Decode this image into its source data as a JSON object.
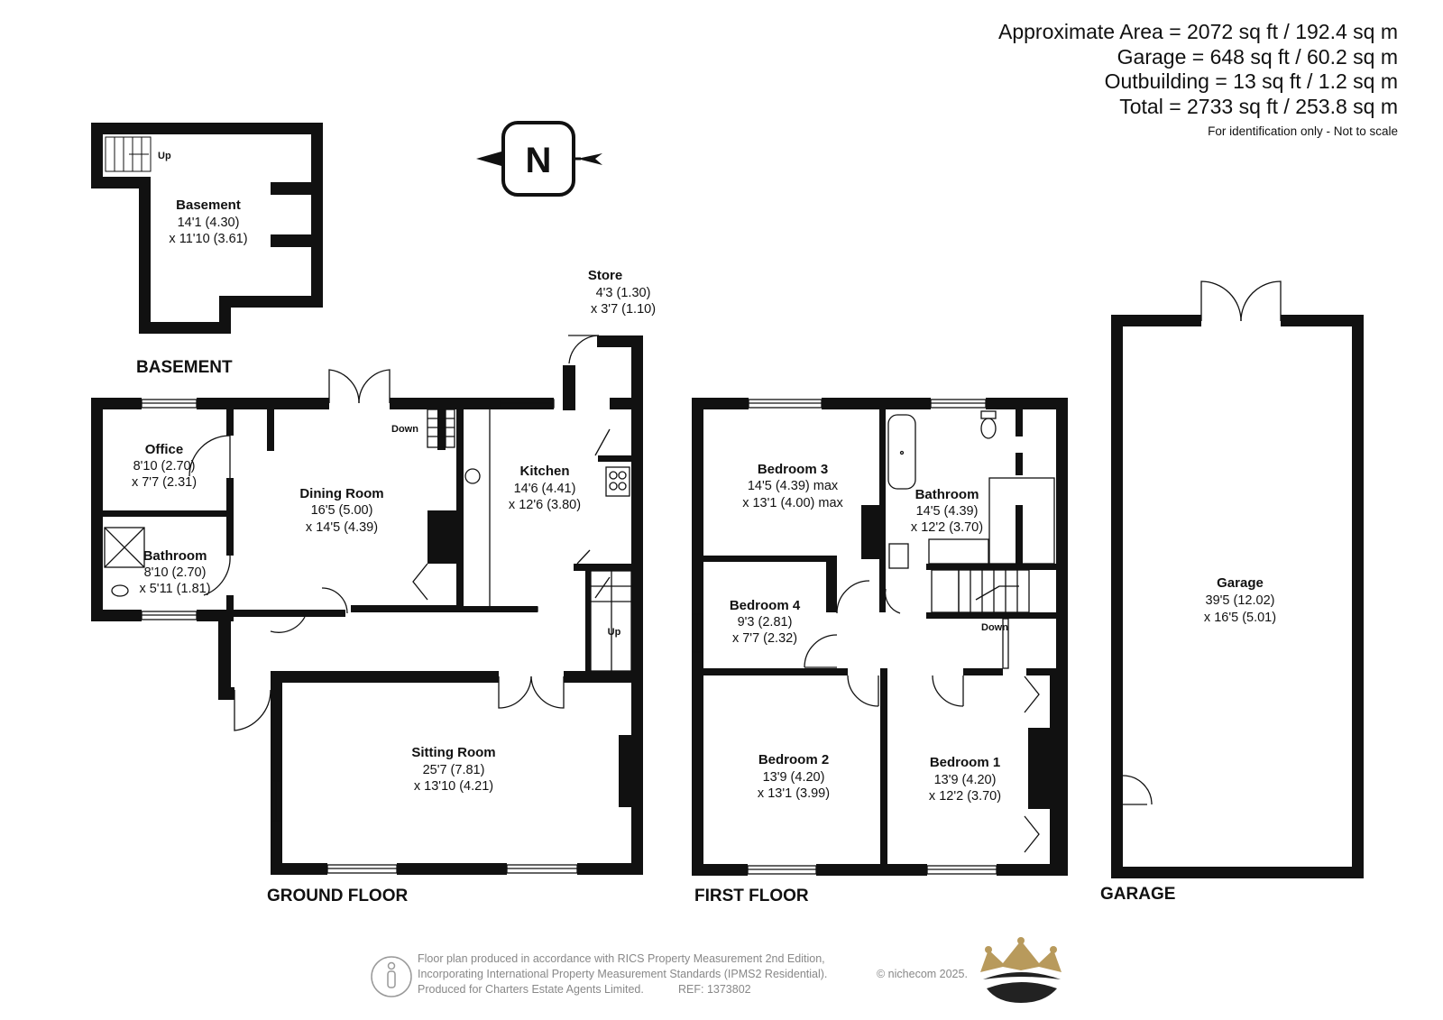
{
  "areas": {
    "lines": [
      "Approximate Area = 2072 sq ft / 192.4 sq m",
      "Garage = 648 sq ft / 60.2 sq m",
      "Outbuilding = 13 sq ft / 1.2 sq m",
      "Total = 2733 sq ft / 253.8 sq m"
    ],
    "note": "For identification only - Not to scale"
  },
  "compass": {
    "letter": "N"
  },
  "floors": {
    "basement": "BASEMENT",
    "ground": "GROUND FLOOR",
    "first": "FIRST FLOOR",
    "garage": "GARAGE"
  },
  "rooms": {
    "basement": {
      "name": "Basement",
      "dim1": "14'1 (4.30)",
      "dim2": "x 11'10 (3.61)"
    },
    "store": {
      "name": "Store",
      "dim1": "4'3 (1.30)",
      "dim2": "x 3'7 (1.10)"
    },
    "office": {
      "name": "Office",
      "dim1": "8'10 (2.70)",
      "dim2": "x 7'7 (2.31)"
    },
    "dining": {
      "name": "Dining Room",
      "dim1": "16'5 (5.00)",
      "dim2": "x 14'5 (4.39)"
    },
    "kitchen": {
      "name": "Kitchen",
      "dim1": "14'6 (4.41)",
      "dim2": "x 12'6 (3.80)"
    },
    "gf_bathroom": {
      "name": "Bathroom",
      "dim1": "8'10 (2.70)",
      "dim2": "x 5'11 (1.81)"
    },
    "sitting": {
      "name": "Sitting Room",
      "dim1": "25'7 (7.81)",
      "dim2": "x 13'10 (4.21)"
    },
    "bedroom3": {
      "name": "Bedroom 3",
      "dim1": "14'5 (4.39) max",
      "dim2": "x 13'1 (4.00) max"
    },
    "ff_bathroom": {
      "name": "Bathroom",
      "dim1": "14'5 (4.39)",
      "dim2": "x 12'2 (3.70)"
    },
    "bedroom4": {
      "name": "Bedroom 4",
      "dim1": "9'3 (2.81)",
      "dim2": "x 7'7 (2.32)"
    },
    "bedroom2": {
      "name": "Bedroom 2",
      "dim1": "13'9 (4.20)",
      "dim2": "x 13'1 (3.99)"
    },
    "bedroom1": {
      "name": "Bedroom 1",
      "dim1": "13'9 (4.20)",
      "dim2": "x 12'2 (3.70)"
    },
    "garage": {
      "name": "Garage",
      "dim1": "39'5 (12.02)",
      "dim2": "x 16'5 (5.01)"
    }
  },
  "stair_labels": {
    "basement_up": "Up",
    "ground_down": "Down",
    "ground_up": "Up",
    "first_down": "Down"
  },
  "footer": {
    "line1": "Floor plan produced in accordance with RICS Property Measurement 2nd Edition,",
    "line2": "Incorporating International Property Measurement Standards (IPMS2 Residential).",
    "line3": "Produced for Charters Estate Agents Limited.",
    "ref": "REF: 1373802",
    "copyright": "© nichecom 2025."
  },
  "colors": {
    "wall": "#111111",
    "footer_text": "#888888",
    "crown_gold": "#b89a5c"
  }
}
